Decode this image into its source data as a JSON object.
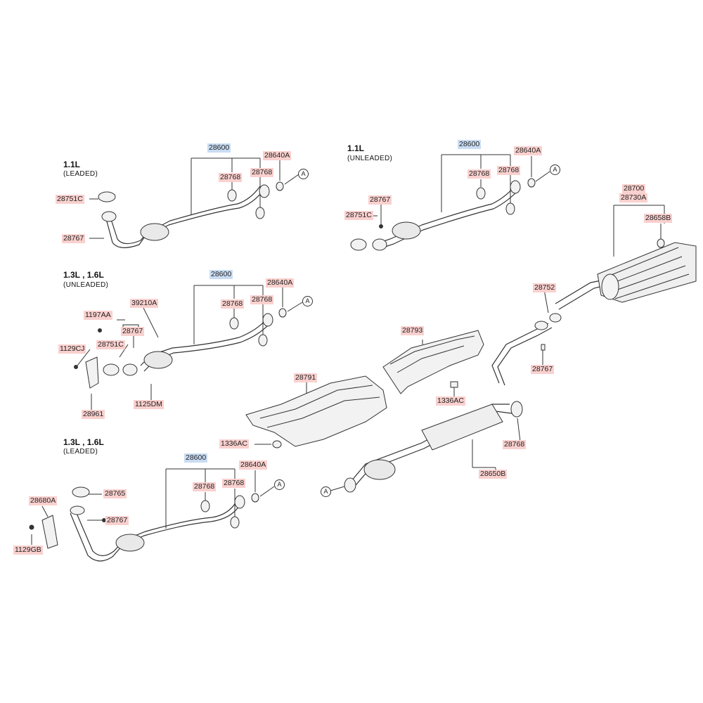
{
  "headers": {
    "h11_leaded": {
      "title": "1.1L",
      "sub": "(LEADED)"
    },
    "h11_unleaded": {
      "title": "1.1L",
      "sub": "(UNLEADED)"
    },
    "h1316_unleaded": {
      "title": "1.3L , 1.6L",
      "sub": "(UNLEADED)"
    },
    "h1316_leaded": {
      "title": "1.3L , 1.6L",
      "sub": "(LEADED)"
    }
  },
  "connector": "A",
  "labels": {
    "p28600": "28600",
    "p28640A": "28640A",
    "p28768": "28768",
    "p28751C": "28751C",
    "p28767": "28767",
    "p1197AA": "1197AA",
    "p39210A": "39210A",
    "p1129CJ": "1129CJ",
    "p28961": "28961",
    "p1125DM": "1125DM",
    "p28680A": "28680A",
    "p28765": "28765",
    "p1129GB": "1129GB",
    "p28700": "28700",
    "p28730A": "28730A",
    "p28658B": "28658B",
    "p28752": "28752",
    "p28793": "28793",
    "p28791": "28791",
    "p1336AC": "1336AC",
    "p28650B": "28650B"
  },
  "colors": {
    "label_pink": "#f9d0ce",
    "label_blue": "#c9dcf3",
    "line": "#333333"
  }
}
